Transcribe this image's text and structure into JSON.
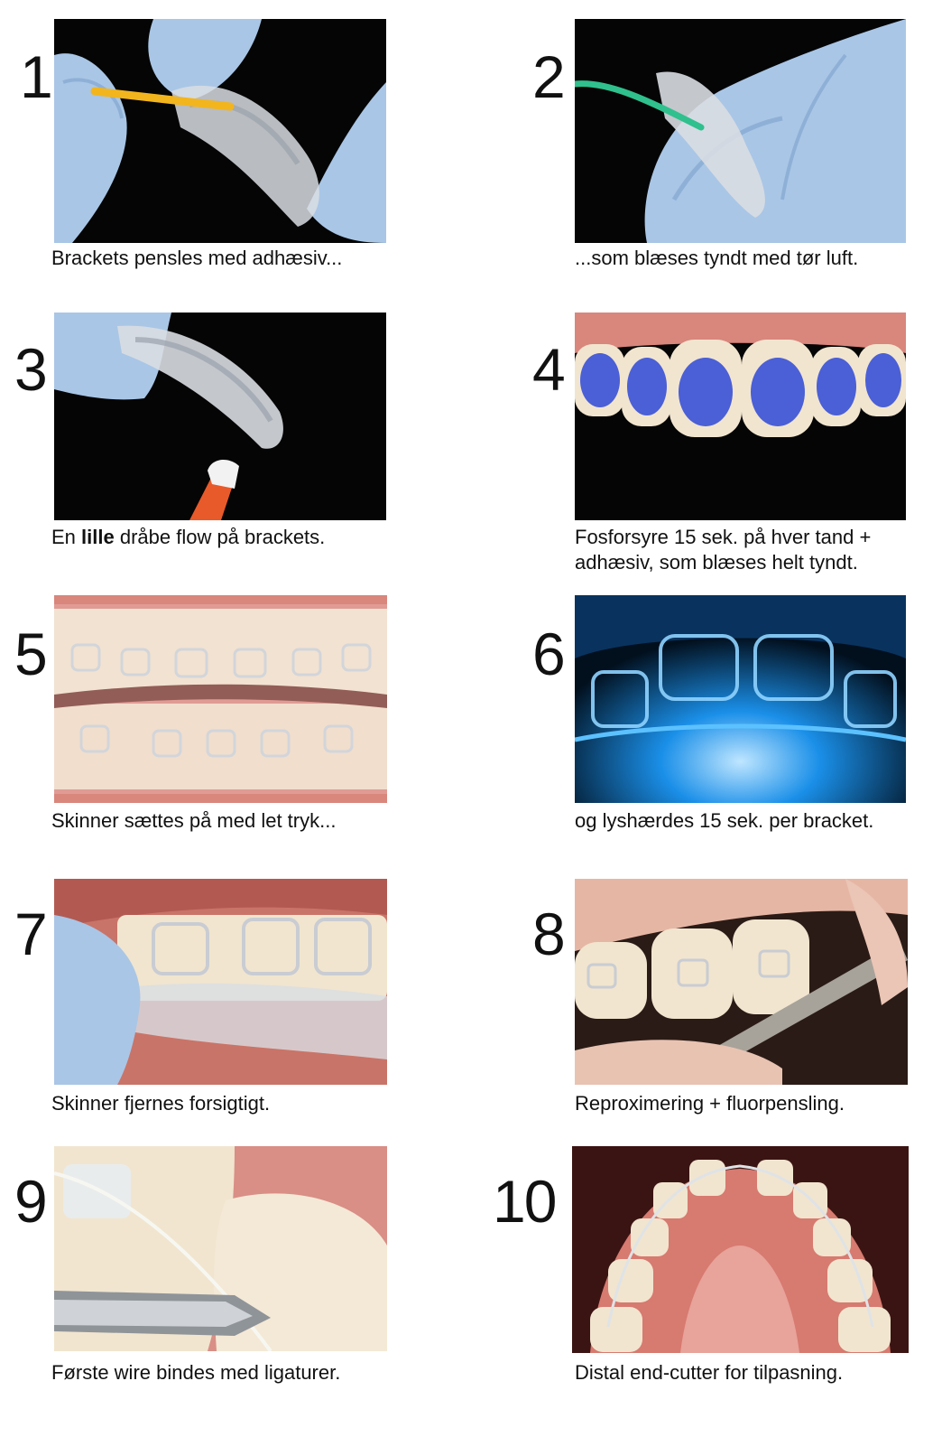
{
  "steps": [
    {
      "number": "1",
      "caption": "Brackets pensles med adhæsiv..."
    },
    {
      "number": "2",
      "caption": "...som blæses tyndt med tør luft."
    },
    {
      "number": "3",
      "caption_pre": "En ",
      "caption_bold": "lille",
      "caption_post": " dråbe flow på brackets."
    },
    {
      "number": "4",
      "caption_line1": "Fosforsyre 15 sek. på hver tand +",
      "caption_line2": "adhæsiv, som blæses helt tyndt."
    },
    {
      "number": "5",
      "caption": "Skinner sættes på med let tryk..."
    },
    {
      "number": "6",
      "caption": "og lyshærdes 15 sek. per bracket."
    },
    {
      "number": "7",
      "caption": "Skinner fjernes forsigtigt."
    },
    {
      "number": "8",
      "caption": "Reproximering + fluorpensling."
    },
    {
      "number": "9",
      "caption": "Første wire bindes med ligaturer."
    },
    {
      "number": "10",
      "caption": "Distal end-cutter for tilpasning."
    }
  ],
  "colors": {
    "text": "#111111",
    "glove": "#a9c6e6",
    "tray": "#d9dde2",
    "tooth": "#f1e5cf",
    "gum": "#d9867d",
    "etch_blue": "#4b5fd6",
    "curing_blue": "#1a8fe8",
    "brush_yellow": "#f2b51d",
    "air_green": "#2fc08d"
  }
}
